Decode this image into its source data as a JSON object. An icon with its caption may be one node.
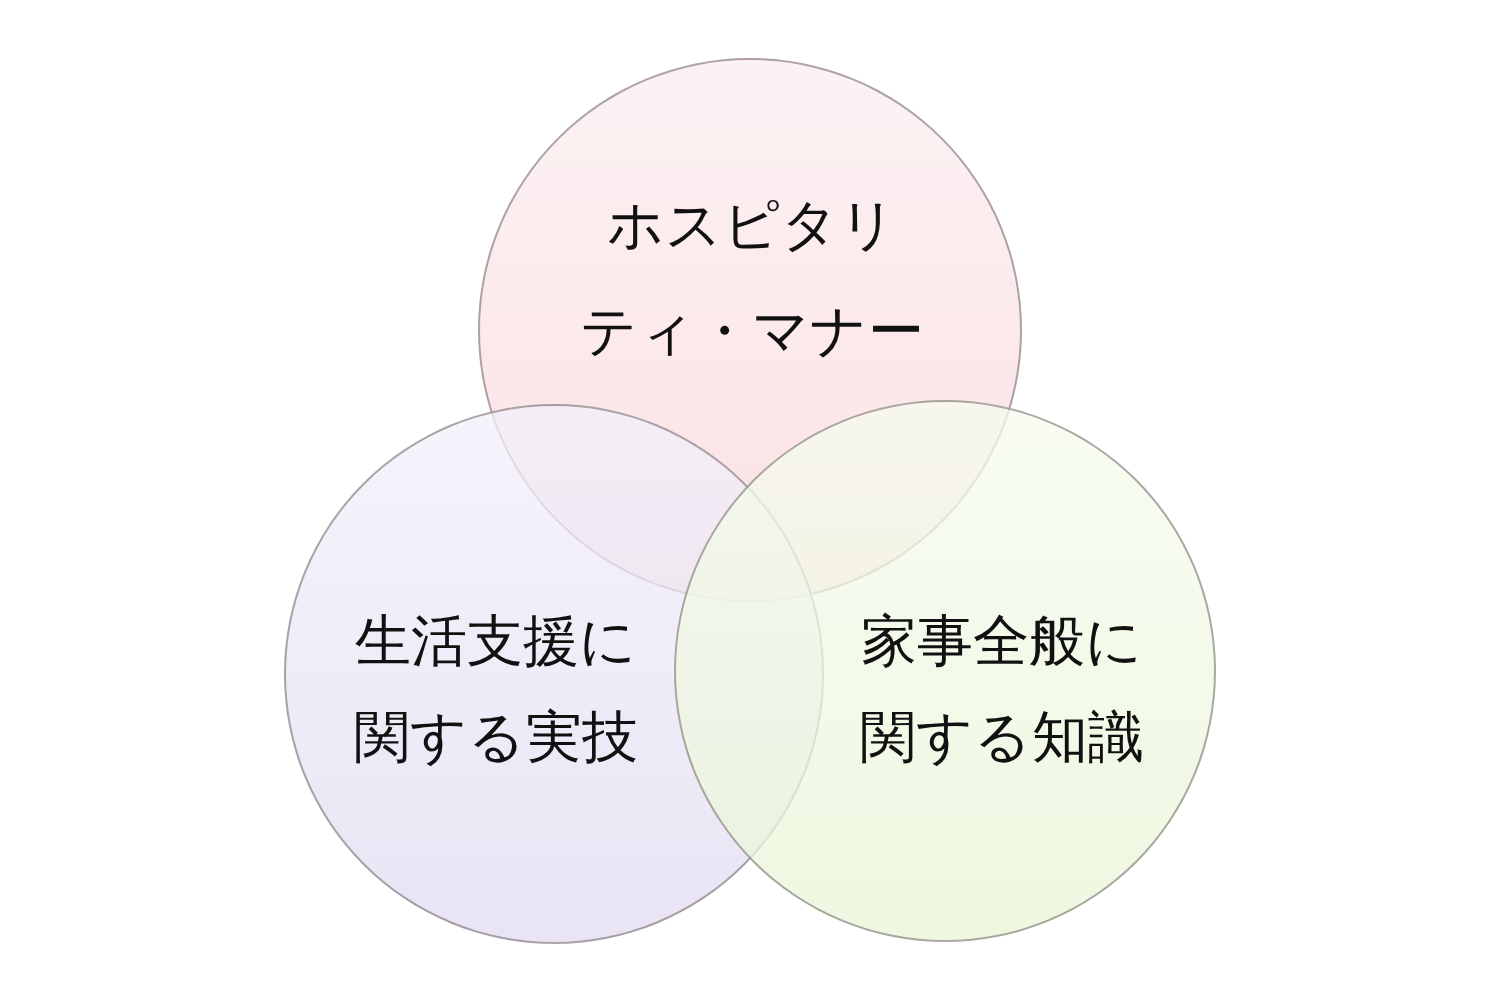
{
  "diagram": {
    "nodes": [
      {
        "text": [
          "ホスピタリティ・マナー"
        ]
      },
      {
        "text": [
          "生活支援に関する実技"
        ]
      },
      {
        "text": [
          "家事全般に関する知識"
        ]
      }
    ]
  }
}
